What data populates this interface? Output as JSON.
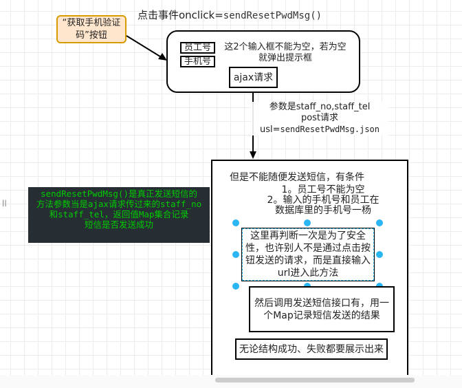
{
  "title": {
    "prefix": "点击事件onclick=",
    "func": "sendResetPwdMsg()"
  },
  "button_box": "“获取手机验证码”按钮",
  "form": {
    "staff_no": "员工号",
    "staff_tel": "手机号",
    "note": "这2个输入框不能为空，若为空就弹出提示框",
    "ajax": "ajax请求"
  },
  "edge_label": {
    "line1": "参数是staff_no,staff_tel",
    "line2": "post请求",
    "line3_prefix": "usl=",
    "line3_value": "sendResetPwdMsg.json"
  },
  "comment": {
    "line1": "sendResetPwdMsg()是真正发送短信的",
    "line2": "方法参数当是ajax请求传过来的staff_no",
    "line3": "和staff_tel，返回值Map集合记录",
    "line4": "短信是否发送成功"
  },
  "server": {
    "heading": "但是不能随便发送短信，有条件",
    "cond1": "1。员工号不能为空",
    "cond2": "2。输入的手机号和员工在数据库里的手机号一杨",
    "check": "这里再判断一次是为了安全性，也许别人不是通过点击按钮发送的请求，而是直接输入url进入此方法",
    "send": "然后调用发送短信接口有，用一个Map记录短信发送的结果",
    "result": "无论结构成功、失败都要展示出来"
  },
  "colors": {
    "orange_fill": "#ffe6cc",
    "orange_border": "#d79b00",
    "comment_bg": "#262d33",
    "comment_text": "#00cc00",
    "handle": "#29b6f2"
  }
}
